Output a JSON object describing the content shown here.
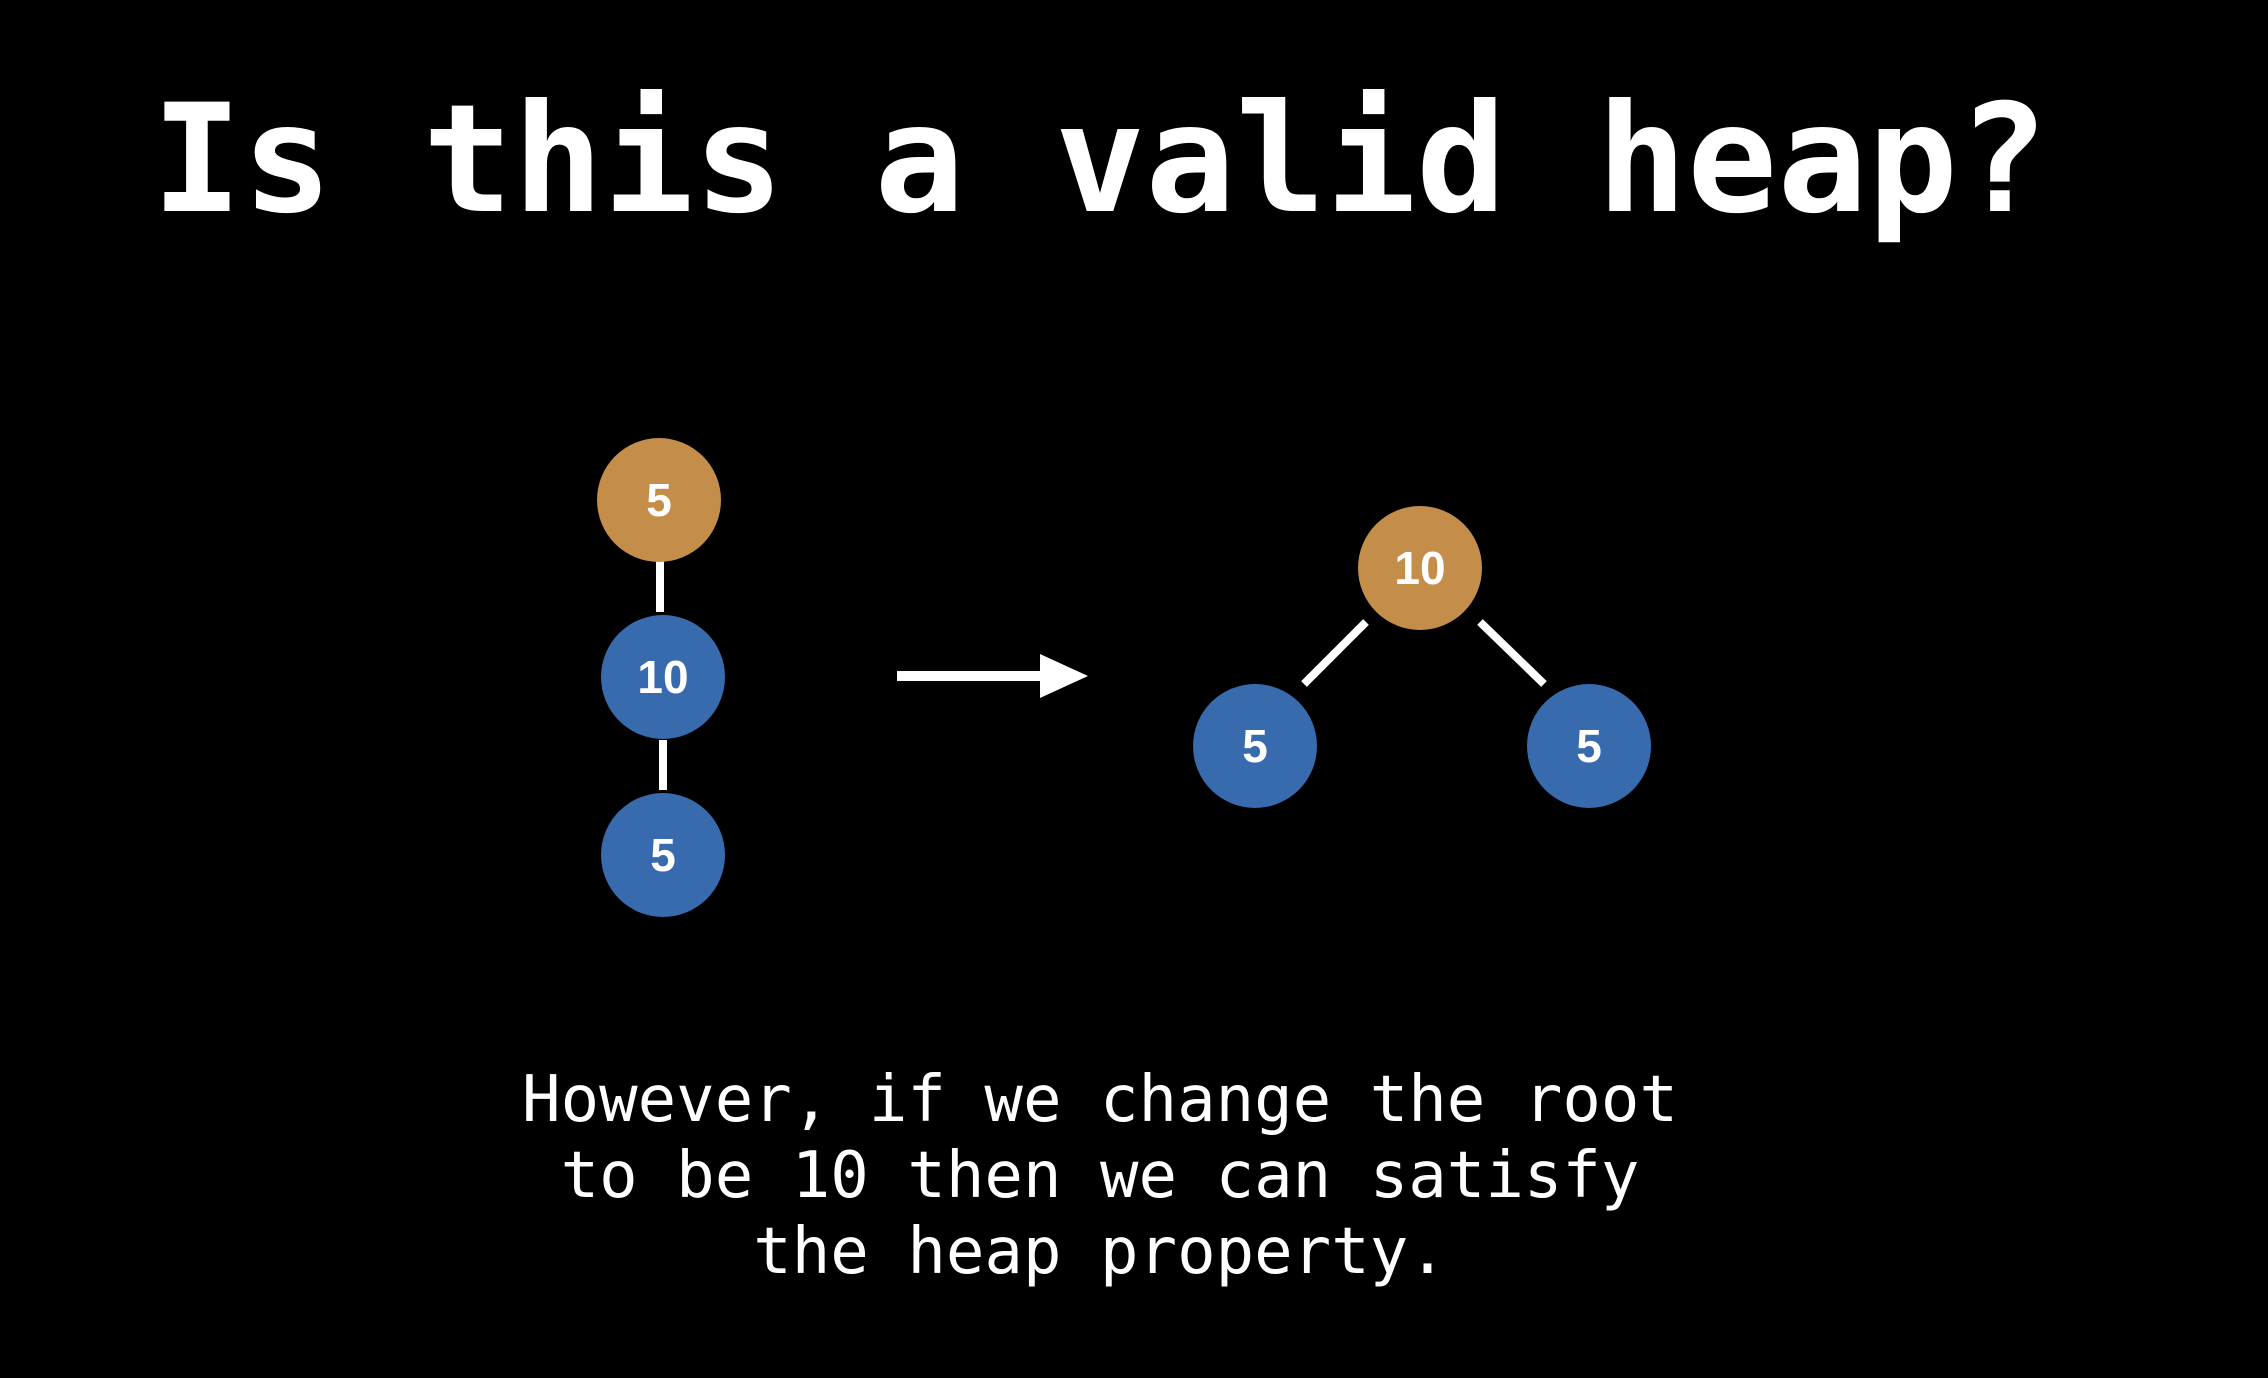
{
  "slide": {
    "title": "Is this a valid heap?",
    "caption_lines": [
      "However, if we change the root",
      "to be 10 then we can satisfy",
      "the heap property."
    ]
  },
  "colors": {
    "background": "#000000",
    "root_node": "#C48E4A",
    "child_node": "#386AAE",
    "edge": "#ffffff",
    "text": "#ffffff"
  },
  "left_tree": {
    "nodes": [
      {
        "id": "root",
        "value": "5",
        "role": "root"
      },
      {
        "id": "middle",
        "value": "10",
        "role": "child"
      },
      {
        "id": "bottom",
        "value": "5",
        "role": "child"
      }
    ]
  },
  "right_tree": {
    "nodes": [
      {
        "id": "root",
        "value": "10",
        "role": "root"
      },
      {
        "id": "left",
        "value": "5",
        "role": "child"
      },
      {
        "id": "right",
        "value": "5",
        "role": "child"
      }
    ]
  },
  "arrow": {
    "direction": "right",
    "icon": "arrow-right-icon"
  }
}
